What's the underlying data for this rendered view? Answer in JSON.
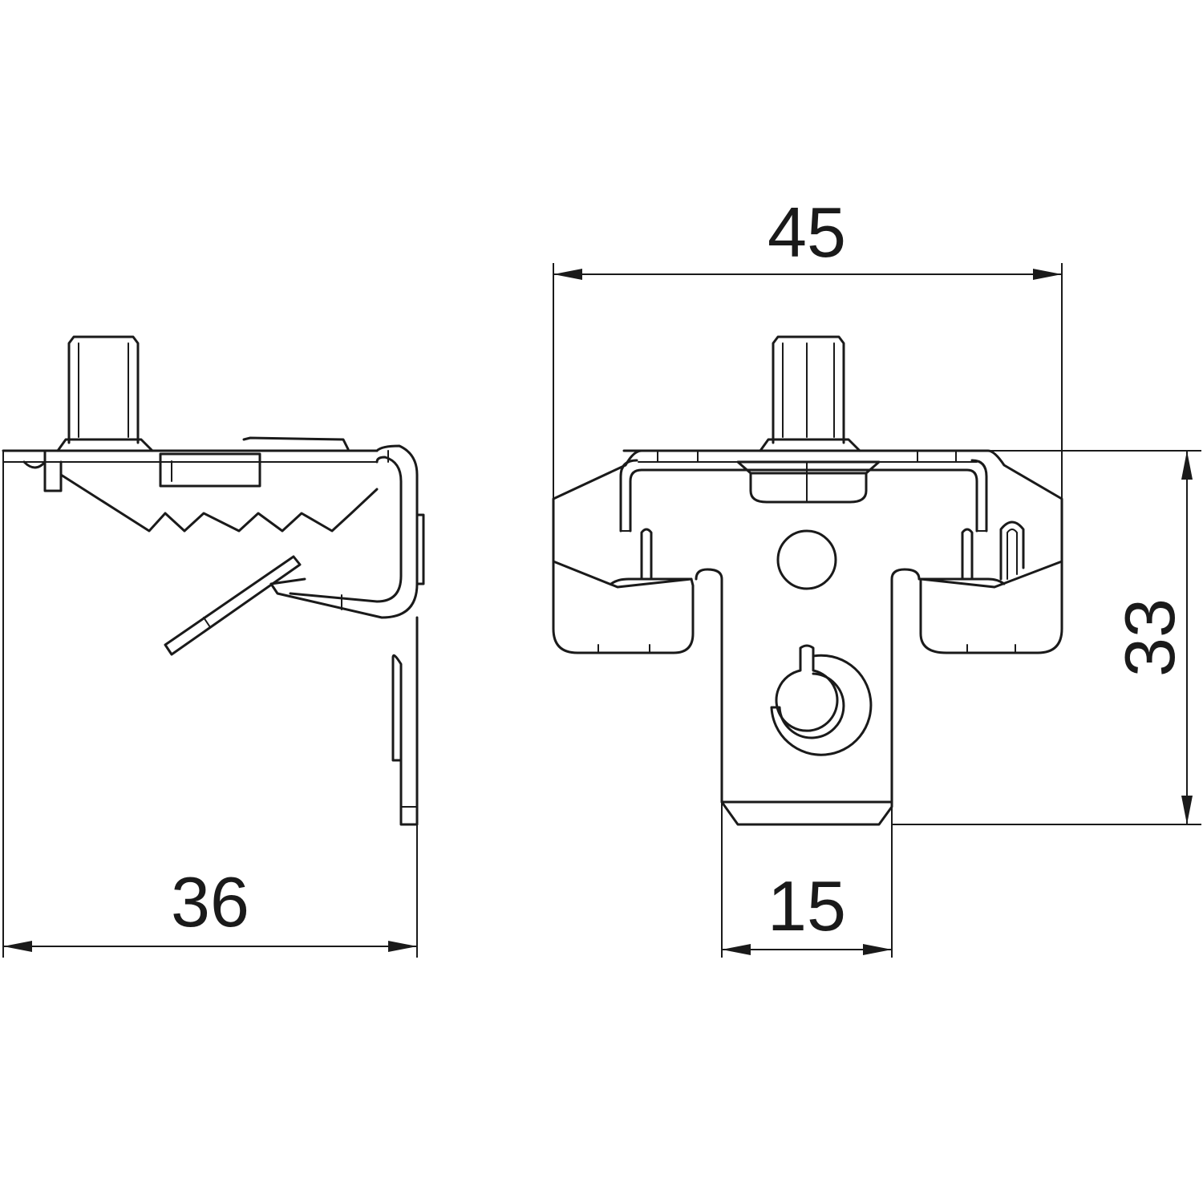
{
  "dimensions": {
    "side_width": "36",
    "front_width": "45",
    "front_height": "33",
    "slot_width": "15"
  }
}
